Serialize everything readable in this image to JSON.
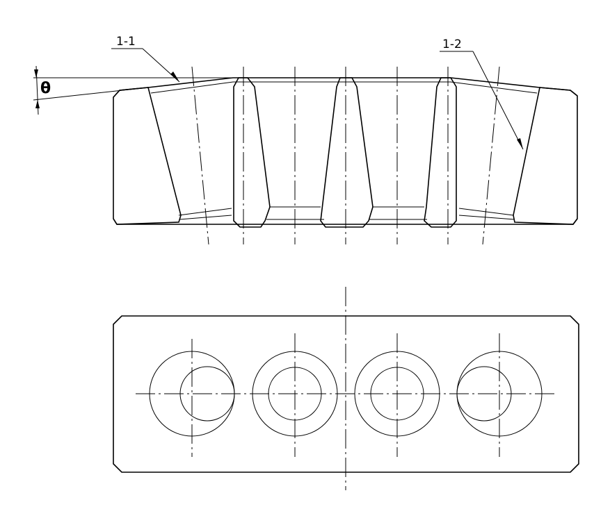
{
  "labels": {
    "callout_left": "1-1",
    "callout_right": "1-2",
    "angle_symbol": "θ"
  },
  "colors": {
    "ink": "#000000",
    "background": "#ffffff"
  }
}
